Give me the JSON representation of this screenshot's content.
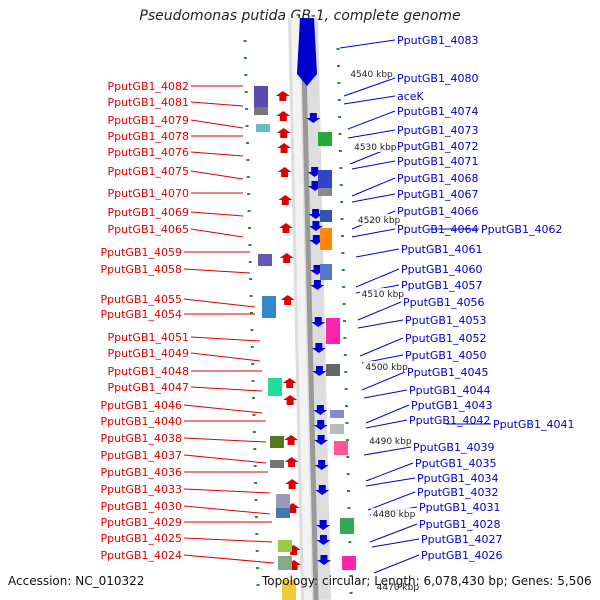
{
  "title": "Pseudomonas putida GB-1, complete genome",
  "footer": {
    "accession": "Accession: NC_010322",
    "summary": "Topology: circular; Length: 6,078,430 bp; Genes: 5,506"
  },
  "colors": {
    "left_genes": "#dd0000",
    "right_genes": "#0000cc",
    "backbone": "#999999",
    "tick": "#2e8b2e"
  },
  "left_labels": [
    "PputGB1_4082",
    "PputGB1_4081",
    "PputGB1_4079",
    "PputGB1_4078",
    "PputGB1_4076",
    "PputGB1_4075",
    "PputGB1_4070",
    "PputGB1_4069",
    "PputGB1_4065",
    "PputGB1_4059",
    "PputGB1_4058",
    "PputGB1_4055",
    "PputGB1_4054",
    "PputGB1_4051",
    "PputGB1_4049",
    "PputGB1_4048",
    "PputGB1_4047",
    "PputGB1_4046",
    "PputGB1_4040",
    "PputGB1_4038",
    "PputGB1_4037",
    "PputGB1_4036",
    "PputGB1_4033",
    "PputGB1_4030",
    "PputGB1_4029",
    "PputGB1_4025",
    "PputGB1_4024"
  ],
  "right_labels": [
    "PputGB1_4083",
    "PputGB1_4080",
    "aceK",
    "PputGB1_4074",
    "PputGB1_4073",
    "PputGB1_4072",
    "PputGB1_4071",
    "PputGB1_4068",
    "PputGB1_4067",
    "PputGB1_4066",
    "PputGB1_4064",
    "PputGB1_4062",
    "PputGB1_4061",
    "PputGB1_4060",
    "PputGB1_4057",
    "PputGB1_4056",
    "PputGB1_4053",
    "PputGB1_4052",
    "PputGB1_4050",
    "PputGB1_4045",
    "PputGB1_4044",
    "PputGB1_4043",
    "PputGB1_4042",
    "PputGB1_4041",
    "PputGB1_4039",
    "PputGB1_4035",
    "PputGB1_4034",
    "PputGB1_4032",
    "PputGB1_4031",
    "PputGB1_4028",
    "PputGB1_4027",
    "PputGB1_4026"
  ],
  "kbp_labels": [
    "4540 kbp",
    "4530 kbp",
    "4520 kbp",
    "4510 kbp",
    "4500 kbp",
    "4490 kbp",
    "4480 kbp",
    "4470 kbp"
  ]
}
